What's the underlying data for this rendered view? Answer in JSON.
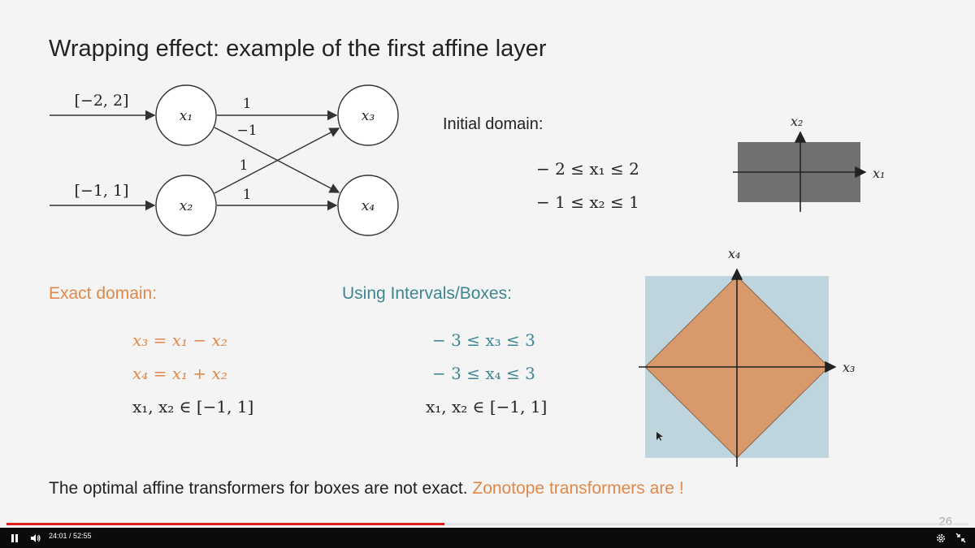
{
  "slide": {
    "title": "Wrapping effect: example of the first affine layer",
    "slide_number": "26",
    "network": {
      "input_interval_1": "[−2, 2]",
      "input_interval_2": "[−1, 1]",
      "nodes": {
        "x1": "x₁",
        "x2": "x₂",
        "x3": "x₃",
        "x4": "x₄"
      },
      "weights": {
        "w13": "1",
        "w14": "−1",
        "w23": "1",
        "w24": "1"
      }
    },
    "initial_domain": {
      "label": "Initial domain:",
      "line1": "− 2 ≤ x₁ ≤ 2",
      "line2": "− 1 ≤ x₂ ≤ 1",
      "axis_x": "x₁",
      "axis_y": "x₂",
      "box_color": "#707070"
    },
    "exact_domain": {
      "label": "Exact domain:",
      "line1": "x₃ = x₁ − x₂",
      "line2": "x₄ = x₁ + x₂",
      "line3": "x₁, x₂ ∈ [−1, 1]",
      "color": "#e0884a"
    },
    "intervals": {
      "label": "Using Intervals/Boxes:",
      "line1": "− 3 ≤ x₃ ≤ 3",
      "line2": "− 3 ≤ x₄ ≤ 3",
      "line3": "x₁, x₂ ∈ [−1, 1]",
      "color": "#3e8593"
    },
    "output_plot": {
      "axis_x": "x₃",
      "axis_y": "x₄",
      "box_color": "#bfd5de",
      "diamond_color": "#d89a6c"
    },
    "footer": {
      "statement": "The optimal affine transformers for boxes are not exact.",
      "highlight": "Zonotope transformers are !"
    }
  },
  "player": {
    "time": "24:01 / 52:55",
    "progress": 0.455,
    "icons": [
      "pause-icon",
      "volume-icon",
      "settings-gear-icon",
      "exit-fullscreen-icon"
    ]
  }
}
